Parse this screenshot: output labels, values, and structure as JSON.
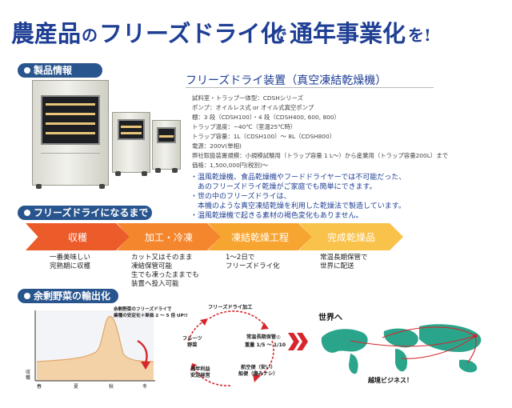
{
  "headline": {
    "parts": [
      "農産品",
      "の",
      "フリーズドライ化",
      "で",
      "通年事業化",
      "を!"
    ]
  },
  "sections": {
    "product_info": "製品情報",
    "process": "フリーズドライになるまで",
    "export": "余剰野菜の輸出化"
  },
  "product": {
    "title": "フリーズドライ装置（真空凍結乾燥機）",
    "specs": [
      "試料室・トラップ一体型：CDSHシリーズ",
      "ポンプ：オイルレス式 or オイル式真空ポンプ",
      "棚：3 段（CDSH100）・4 段（CDSH400, 600, 800）",
      "トラップ温度：−40℃（室温25℃時）",
      "トラップ容量：1L（CDSH100）〜 8L（CDSH800）",
      "電源：200V(単相)",
      "弊社取扱装置規模：小規模試験用（トラップ容量 1 L〜）から産業用（トラップ容量200L）まで",
      "価格：1,500,000円(税別)〜"
    ],
    "bullets": [
      "・温風乾燥機、食品乾燥機やフードドライヤーでは不可能だった、",
      "　あのフリーズドライ乾燥がご家庭でも簡単にできます。",
      "・世の中のフリーズドライは、",
      "　本機のような真空凍結乾燥を利用した乾燥法で製造しています。",
      "・温風乾燥機で起きる素材の褐色変化もありません。"
    ]
  },
  "process": {
    "steps": [
      {
        "label": "収穫",
        "desc": "一番美味しい\n完熟期に収穫",
        "color": "#ec5b2a"
      },
      {
        "label": "加工・冷凍",
        "desc": "カット又はそのまま\n凍結保管可能\n生でも凍ったままでも\n装置へ投入可能",
        "color": "#f4862e"
      },
      {
        "label": "凍結乾燥工程",
        "desc": "1〜2日で\nフリーズドライ化",
        "color": "#f7a531"
      },
      {
        "label": "完成乾燥品",
        "desc": "常温長期保管で\n世界に配送",
        "color": "#f9c24a"
      }
    ]
  },
  "harvest_chart": {
    "note": "余剰野菜のフリーズドライで\n業種の安定化＋単価 2 〜 5 倍 UP!!",
    "y_label": "収\n穫",
    "x_ticks": [
      "春",
      "夏",
      "秋",
      "冬"
    ]
  },
  "cycle": {
    "top": "フリーズドライ加工",
    "left": "フルーツ\n野菜",
    "right_title": "常温長期保管◎",
    "right_sub": "重量 1/5 〜 1/10",
    "bottom_left": "通年利益\n安定経営",
    "bottom_right": "航空便（安い）\n船便（傷みナシ）"
  },
  "world": {
    "title": "世界へ",
    "caption": "越境ビジネス！"
  },
  "colors": {
    "headline": "#1f3f95",
    "pill": "#29558f",
    "accent_red": "#d6262b"
  }
}
